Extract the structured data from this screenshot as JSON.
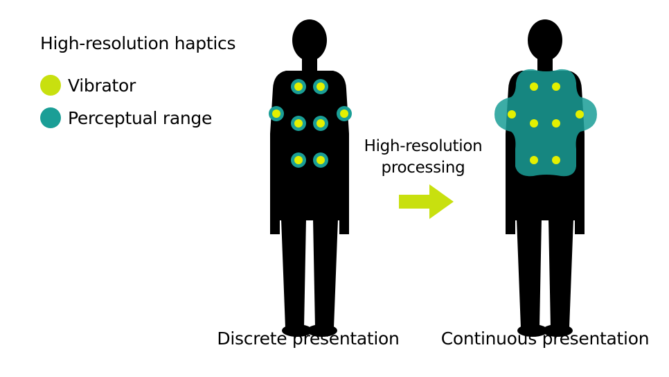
{
  "legend": {
    "title": "High-resolution haptics",
    "items": [
      {
        "label": "Vibrator",
        "color": "#c8e00f"
      },
      {
        "label": "Perceptual range",
        "color": "#1a9e96"
      }
    ]
  },
  "process": {
    "line1": "High-resolution",
    "line2": "processing",
    "arrow_color": "#c8e00f"
  },
  "captions": {
    "discrete": "Discrete presentation",
    "continuous": "Continuous presentation"
  },
  "colors": {
    "figure": "#000000",
    "vibrator": "#e3f000",
    "range": "#1a9e96",
    "range_area": "#2a9b92"
  }
}
